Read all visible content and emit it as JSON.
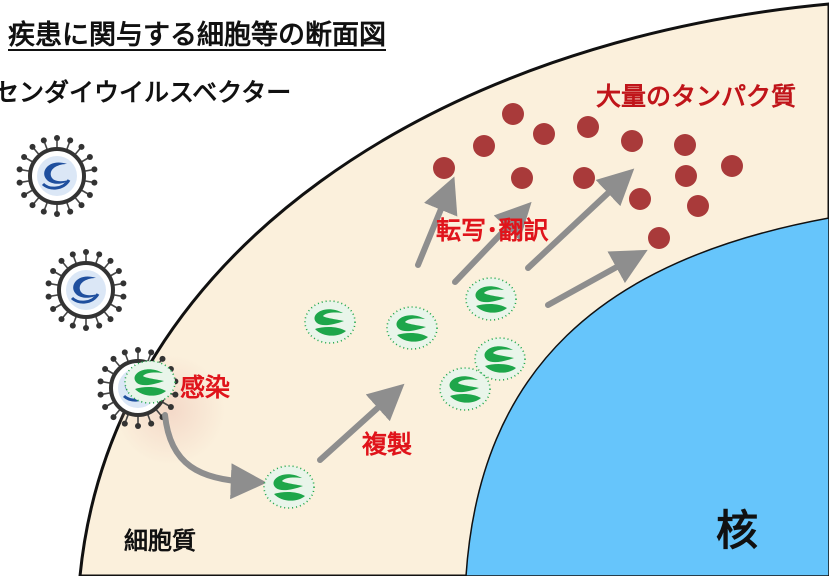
{
  "labels": {
    "title": "疾患に関与する細胞等の断面図",
    "vector": "センダイウイルスベクター",
    "protein": "大量のタンパク質",
    "infection": "感染",
    "transcription": "転写･翻訳",
    "replication": "複製",
    "cytoplasm": "細胞質",
    "nucleus": "核"
  },
  "colors": {
    "cytoplasm": "#fbf0dc",
    "nucleus": "#66c5fb",
    "membrane": "#111111",
    "rna": "#1ea64a",
    "protein": "#a93a3a",
    "arrow": "#8e8e8e",
    "label_red": "#e0141b"
  },
  "icons": [
    "virus-icon",
    "rna-icon",
    "protein-dot-icon",
    "arrow-icon"
  ]
}
